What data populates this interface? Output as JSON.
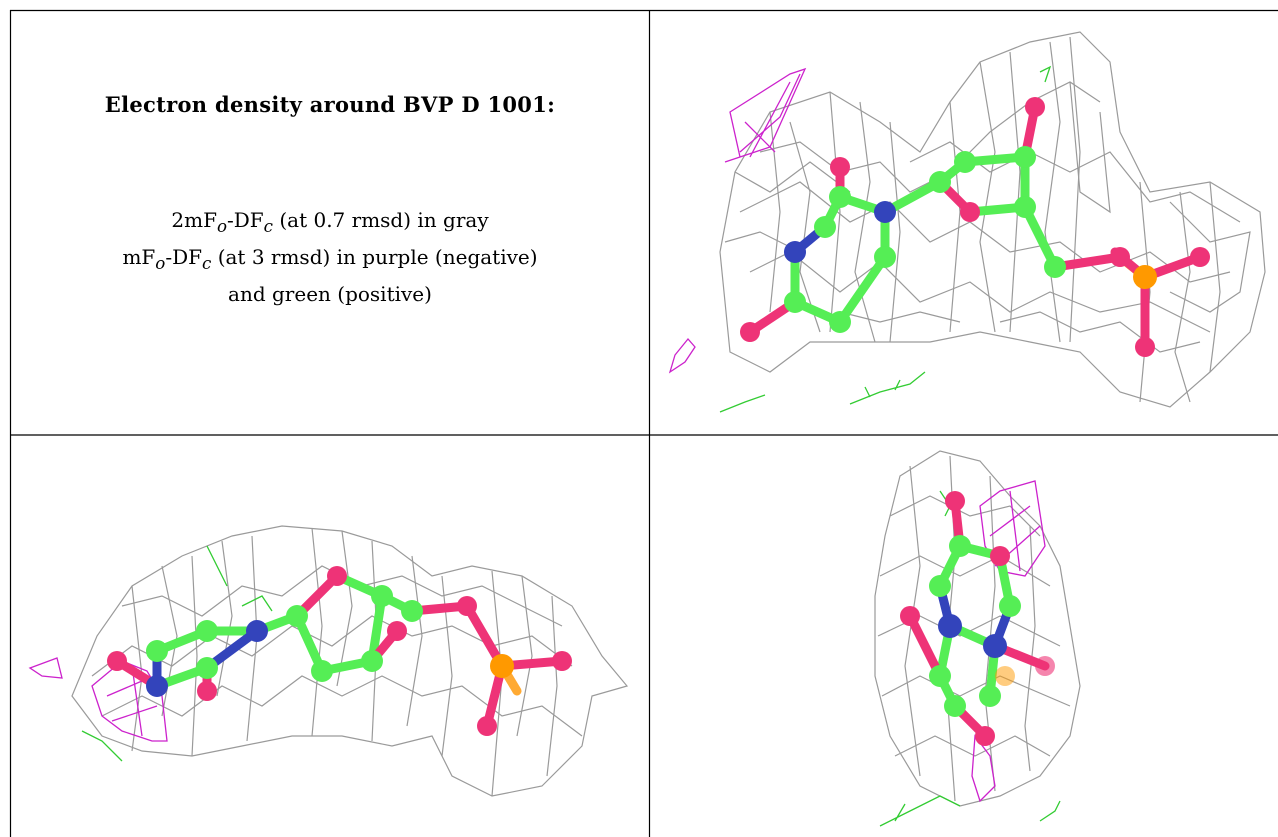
{
  "caption": {
    "title": "Electron density around BVP D 1001:",
    "line1": {
      "part1": "2mF",
      "sub1": "o",
      "part2": "-DF",
      "sub2": "c",
      "part3": " (at 0.7 rmsd) in gray"
    },
    "line2": {
      "part1": "mF",
      "sub1": "o",
      "part2": "-DF",
      "sub2": "c",
      "part3": " (at 3 rmsd) in purple (negative)"
    },
    "line3": "and green (positive)"
  },
  "colors": {
    "mesh_2fofc": "#9a9a9a",
    "mesh_negative": "#cc22cc",
    "mesh_positive": "#33cc33",
    "carbon": "#55ee55",
    "nitrogen": "#3344bb",
    "oxygen": "#ee3377",
    "phosphorus": "#ff9900",
    "grid_line": "#000000"
  },
  "panels": [
    "view-top-right",
    "view-bottom-left",
    "view-bottom-right"
  ]
}
